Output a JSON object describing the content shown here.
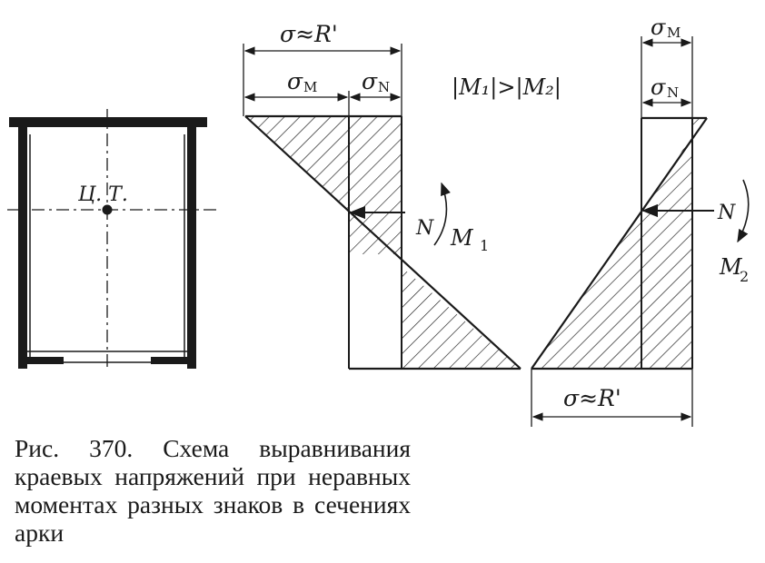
{
  "section": {
    "centroid_label": "Ц. Т."
  },
  "left_diagram": {
    "sigma_total": "σ≈R'",
    "sigma_m": "σ",
    "sigma_m_sub": "M",
    "sigma_n": "σ",
    "sigma_n_sub": "N",
    "moment_relation": "|M₁|>|M₂|",
    "force_label": "N",
    "moment_label": "M",
    "moment_sub": "1"
  },
  "right_diagram": {
    "sigma_m": "σ",
    "sigma_m_sub": "M",
    "sigma_n": "σ",
    "sigma_n_sub": "N",
    "force_label": "N",
    "moment_label": "M",
    "moment_sub": "2",
    "sigma_total": "σ≈R'"
  },
  "caption": "Рис. 370. Схема выравнивания краевых напряжений при неравных моментах разных знаков в сечениях арки"
}
